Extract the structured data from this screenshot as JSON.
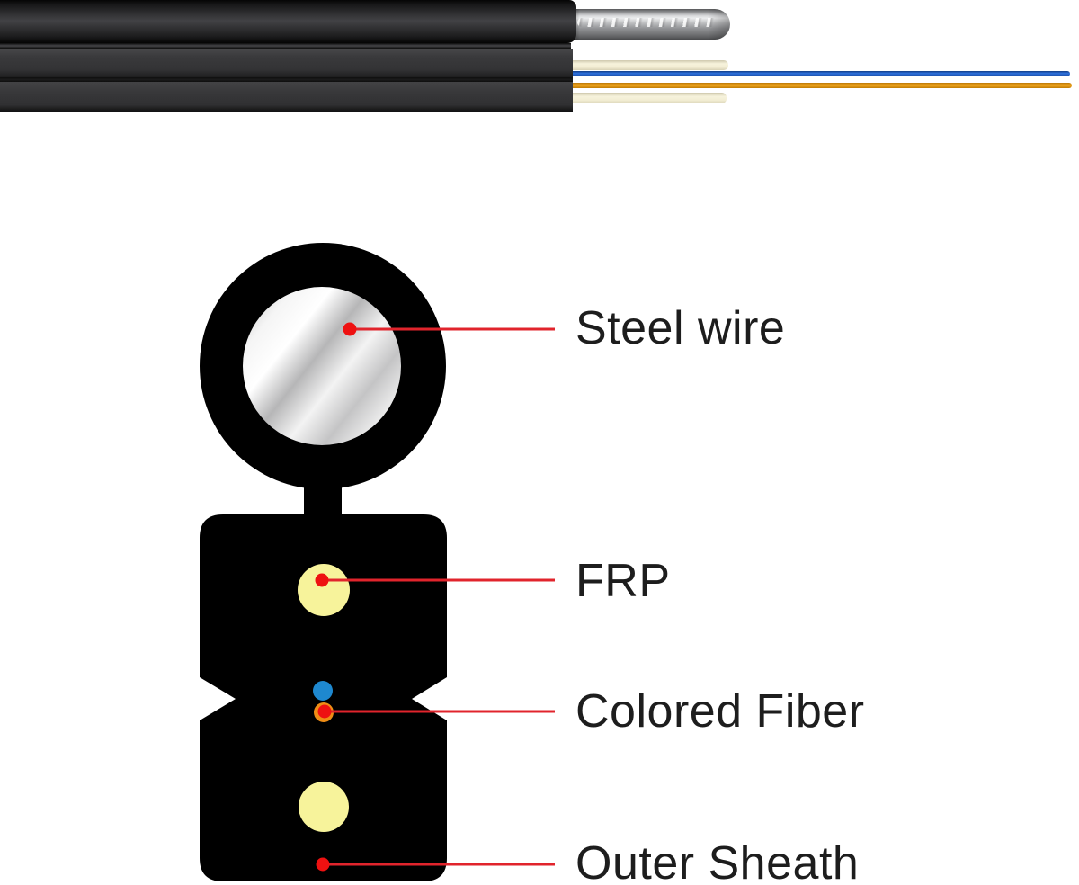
{
  "callouts": [
    {
      "id": "steel-wire",
      "label": "Steel wire"
    },
    {
      "id": "frp",
      "label": "FRP"
    },
    {
      "id": "colored-fiber",
      "label": "Colored Fiber"
    },
    {
      "id": "outer-sheath",
      "label": "Outer Sheath"
    }
  ],
  "colors": {
    "background": "#ffffff",
    "label_text": "#1d1d1d",
    "callout_line_red": "#e1242c",
    "callout_dot_red": "#ee1111",
    "sheath_black": "#000000",
    "frp_yellow": "#f7f39b",
    "fiber_blue": "#1e88cf",
    "fiber_orange": "#ef8d15",
    "photo_fiber_blue": "#2a6ad6",
    "photo_fiber_orange": "#eca224",
    "photo_frp_cream": "#f4efd6",
    "steel_highlight": "#ececee",
    "steel_mid": "#b9babc"
  }
}
